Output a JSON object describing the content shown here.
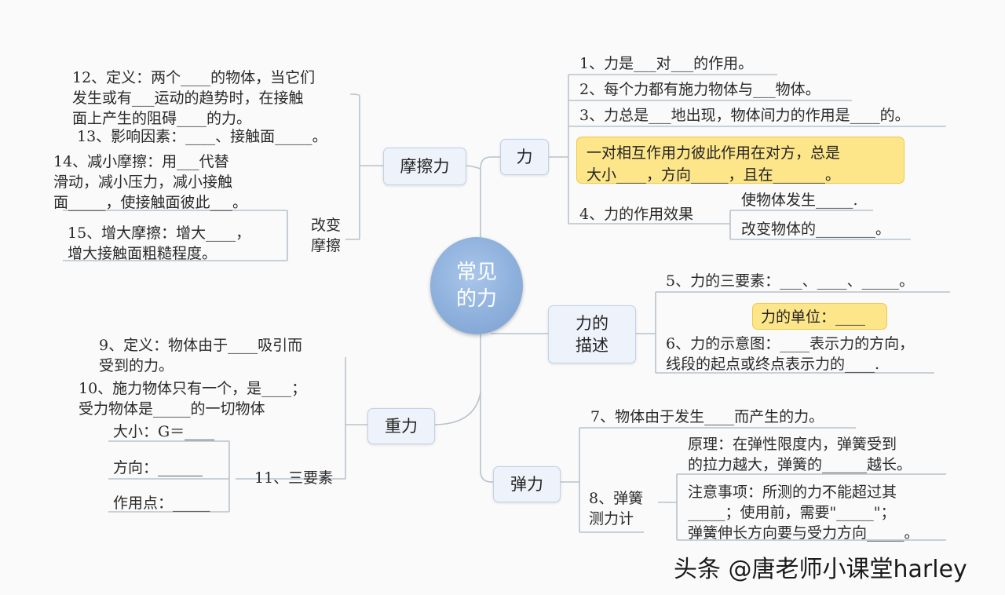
{
  "center": {
    "label": "常见\n的力"
  },
  "branches": {
    "li": "力",
    "mocali": "摩擦力",
    "miaoshu": "力的\n描述",
    "zhongli": "重力",
    "tanli": "弹力"
  },
  "li_items": {
    "item1": "1、力是___对___的作用。",
    "item2": "2、每个力都有施力物体与___物体。",
    "item3": "3、力总是___地出现，物体间力的作用是____的。",
    "callout": "一对相互作用力彼此作用在对方，总是\n大小____，方向_____，且在_______。",
    "item4": "4、力的作用效果",
    "effect1": "使物体发生_____.",
    "effect2": "改变物体的________。"
  },
  "miaoshu_items": {
    "item5": "5、力的三要素：___、____、_____。",
    "unit": "力的单位：____",
    "item6": "6、力的示意图：____表示力的方向，\n线段的起点或终点表示力的____."
  },
  "tanli_items": {
    "item7": "7、物体由于发生____而产生的力。",
    "item8": "8、弹簧\n测力计",
    "principle": "原理：在弹性限度内，弹簧受到\n的拉力越大，弹簧的______越长。",
    "notes": "注意事项：所测的力不能超过其\n_____；使用前，需要\"_____\"；\n弹簧伸长方向要与受力方向_____。"
  },
  "zhongli_items": {
    "item9": "9、定义：物体由于____吸引而\n受到的力。",
    "item10": "10、施力物体只有一个，是____；\n受力物体是_____的一切物体",
    "item11": "11、三要素",
    "size": "大小：G＝____",
    "direction": "方向：______",
    "point": "作用点：_____"
  },
  "mocali_items": {
    "item12": "12、定义：两个____的物体，当它们\n发生或有___运动的趋势时，在接触\n面上产生的阻碍____的力。",
    "item13": "13、影响因素：____、接触面_____。",
    "item14": "14、减小摩擦：用___代替\n滑动，减小压力，减小接触\n面_____，使接触面彼此___。",
    "item15": "15、增大摩擦：增大____，\n增大接触面粗糙程度。",
    "change": "改变\n摩擦"
  },
  "watermark": "头条 @唐老师小课堂harley",
  "colors": {
    "center": "#8db0dc",
    "node_bg": "#eef3fb",
    "callout": "#fde58a",
    "line": "#b8c2cc"
  }
}
